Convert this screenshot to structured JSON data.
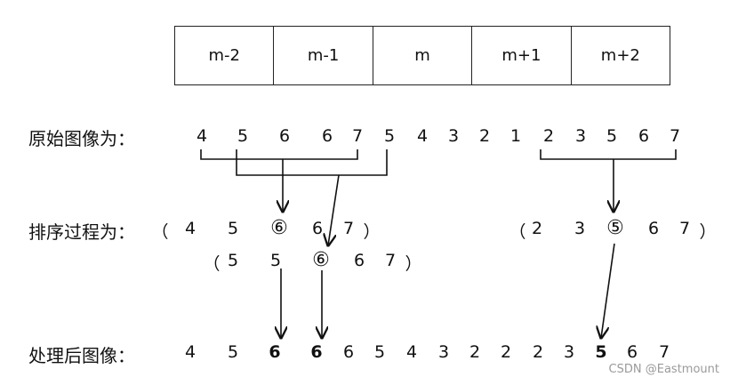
{
  "window": {
    "cells": [
      "m-2",
      "m-1",
      "m",
      "m+1",
      "m+2"
    ]
  },
  "labels": {
    "original": "原始图像为：",
    "process": "排序过程为：",
    "result": "处理后图像："
  },
  "original_sequence": [
    "4",
    "5",
    "6",
    "6",
    "7",
    "5",
    "4",
    "3",
    "2",
    "1",
    "2",
    "3",
    "5",
    "6",
    "7"
  ],
  "sorting_rows": [
    [
      "（",
      "4",
      "5",
      "⑥",
      "6",
      "7",
      "）"
    ],
    [
      "（",
      "2",
      "3",
      "⑤",
      "6",
      "7",
      "）"
    ],
    [
      "（",
      "5",
      "5",
      "⑥",
      "6",
      "7",
      "）"
    ]
  ],
  "result_sequence": [
    "4",
    "5",
    "6",
    "6",
    "6",
    "5",
    "4",
    "3",
    "2",
    "2",
    "2",
    "3",
    "5",
    "6",
    "7"
  ],
  "result_bold": [
    2,
    3,
    12
  ],
  "watermark": "CSDN @Eastmount"
}
